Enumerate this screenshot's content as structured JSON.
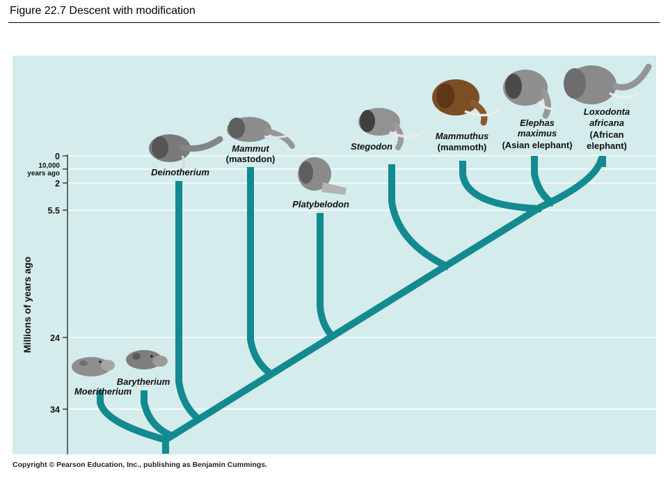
{
  "header": {
    "figure_title": "Figure 22.7  Descent with modification"
  },
  "axis": {
    "title": "Millions of years ago",
    "ticks": {
      "t0": "0",
      "t10k_a": "10,000",
      "t10k_b": "years ago",
      "t2": "2",
      "t55": "5.5",
      "t24": "24",
      "t34": "34"
    }
  },
  "taxa": {
    "moeritherium": "Moeritherium",
    "barytherium": "Barytherium",
    "deinotherium": "Deinotherium",
    "mammut_1": "Mammut",
    "mammut_2": "(mastodon)",
    "platybelodon": "Platybelodon",
    "stegodon": "Stegodon",
    "mammuthus_1": "Mammuthus",
    "mammuthus_2": "(mammoth)",
    "elephas_1": "Elephas",
    "elephas_2": "maximus",
    "elephas_3": "(Asian elephant)",
    "loxodonta_1": "Loxodonta",
    "loxodonta_2": "africana",
    "loxodonta_3": "(African",
    "loxodonta_4": "elephant)"
  },
  "footer": {
    "copyright": "Copyright © Pearson Education, Inc., publishing as Benjamin Cummings."
  },
  "colors": {
    "panel_bg": "#d5ecec",
    "branch": "#138a90",
    "gridline": "#ffffff"
  },
  "icons": [
    "moeritherium-head-icon",
    "barytherium-head-icon",
    "deinotherium-head-icon",
    "mammut-head-icon",
    "platybelodon-head-icon",
    "stegodon-head-icon",
    "mammoth-head-icon",
    "asian-elephant-head-icon",
    "african-elephant-head-icon"
  ]
}
